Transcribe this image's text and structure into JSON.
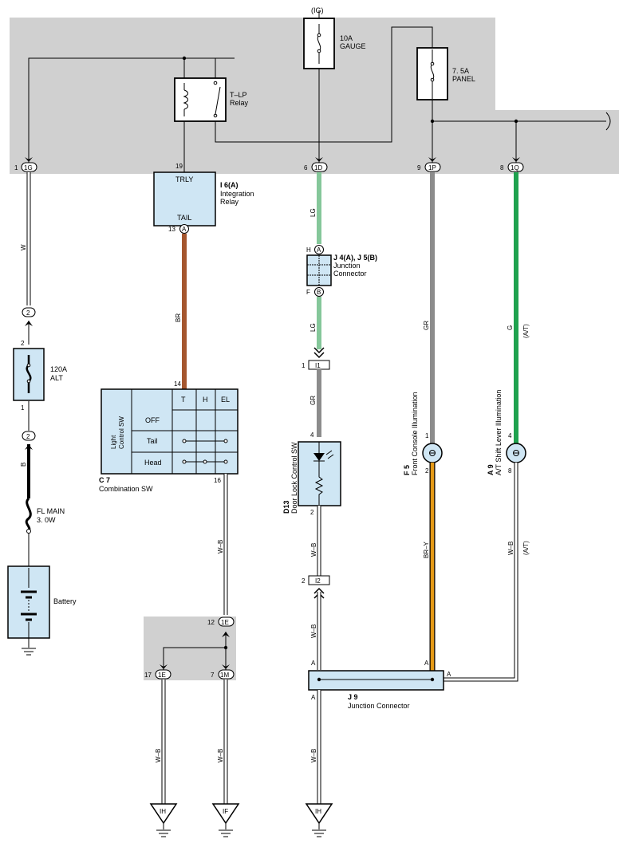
{
  "top": {
    "ig": "(IG)",
    "fuse_gauge": [
      "10A",
      "GAUGE"
    ],
    "fuse_panel": [
      "7. 5A",
      "PANEL"
    ]
  },
  "relay": [
    "T–LP",
    "Relay"
  ],
  "connectors": {
    "c1g": {
      "pin": "1",
      "id": "1G"
    },
    "c19": {
      "pin": "19"
    },
    "c1d": {
      "pin": "6",
      "id": "1D"
    },
    "c1p": {
      "pin": "9",
      "id": "1P"
    },
    "c1q": {
      "pin": "8",
      "id": "1Q"
    }
  },
  "integration": {
    "ref": "I 6(A)",
    "name": [
      "Integration",
      "Relay"
    ],
    "trly": "TRLY",
    "tail": "TAIL",
    "pin": "13",
    "conn": "A"
  },
  "junction1": {
    "ref": "J 4(A), J 5(B)",
    "name": [
      "Junction",
      "Connector"
    ],
    "h": "H",
    "a": "A",
    "f": "F",
    "b": "B"
  },
  "i1": {
    "pin": "1",
    "id": "I1"
  },
  "i2": {
    "pin": "2",
    "id": "I2"
  },
  "wires": {
    "w": "W",
    "br": "BR",
    "lg1": "LG",
    "lg2": "LG",
    "gr1": "GR",
    "gr2": "GR",
    "g": "G",
    "at1": "(A/T)",
    "b": "B",
    "wb1": "W–B",
    "wb2": "W–B",
    "wb3": "W–B",
    "wb4": "W–B",
    "wb5": "W–B",
    "wb6": "W–B",
    "bry": "BR–Y",
    "at2": "(A/T)"
  },
  "alt": {
    "top_conn": "2",
    "pin_top": "2",
    "pin_bot": "1",
    "bot_conn": "2",
    "label": [
      "120A",
      "ALT"
    ]
  },
  "fl_main": [
    "FL MAIN",
    "3. 0W"
  ],
  "battery": "Battery",
  "switch": {
    "pin_top": "14",
    "pin_bot": "16",
    "side": [
      "Light",
      "Control SW"
    ],
    "headers": [
      "T",
      "H",
      "EL"
    ],
    "rows": [
      "OFF",
      "Tail",
      "Head"
    ],
    "ref": "C 7",
    "name": "Combination SW"
  },
  "door": {
    "pin_top": "4",
    "pin_bot": "2",
    "ref": "D13",
    "name": "Door Lock Control SW"
  },
  "f5": {
    "ref": "F 5",
    "name": "Front Console Illumination",
    "pin1": "1",
    "pin2": "2"
  },
  "a9": {
    "ref": "A 9",
    "name": "A/T Shift Lever Illumination",
    "pin1": "4",
    "pin2": "8"
  },
  "j9": {
    "ref": "J 9",
    "name": "Junction Connector",
    "a1": "A",
    "a2": "A",
    "a3": "A",
    "a4": "A"
  },
  "splice": {
    "c12": {
      "pin": "12",
      "id": "1E"
    },
    "c17": {
      "pin": "17",
      "id": "1E"
    },
    "c7": {
      "pin": "7",
      "id": "1M"
    }
  },
  "grounds": [
    "IH",
    "IF",
    "IH"
  ],
  "colors": {
    "lg": "#85c79a",
    "br": "#a5562e",
    "gr": "#8c8c8c",
    "g": "#1fa24f",
    "bry": "#e59a17"
  }
}
